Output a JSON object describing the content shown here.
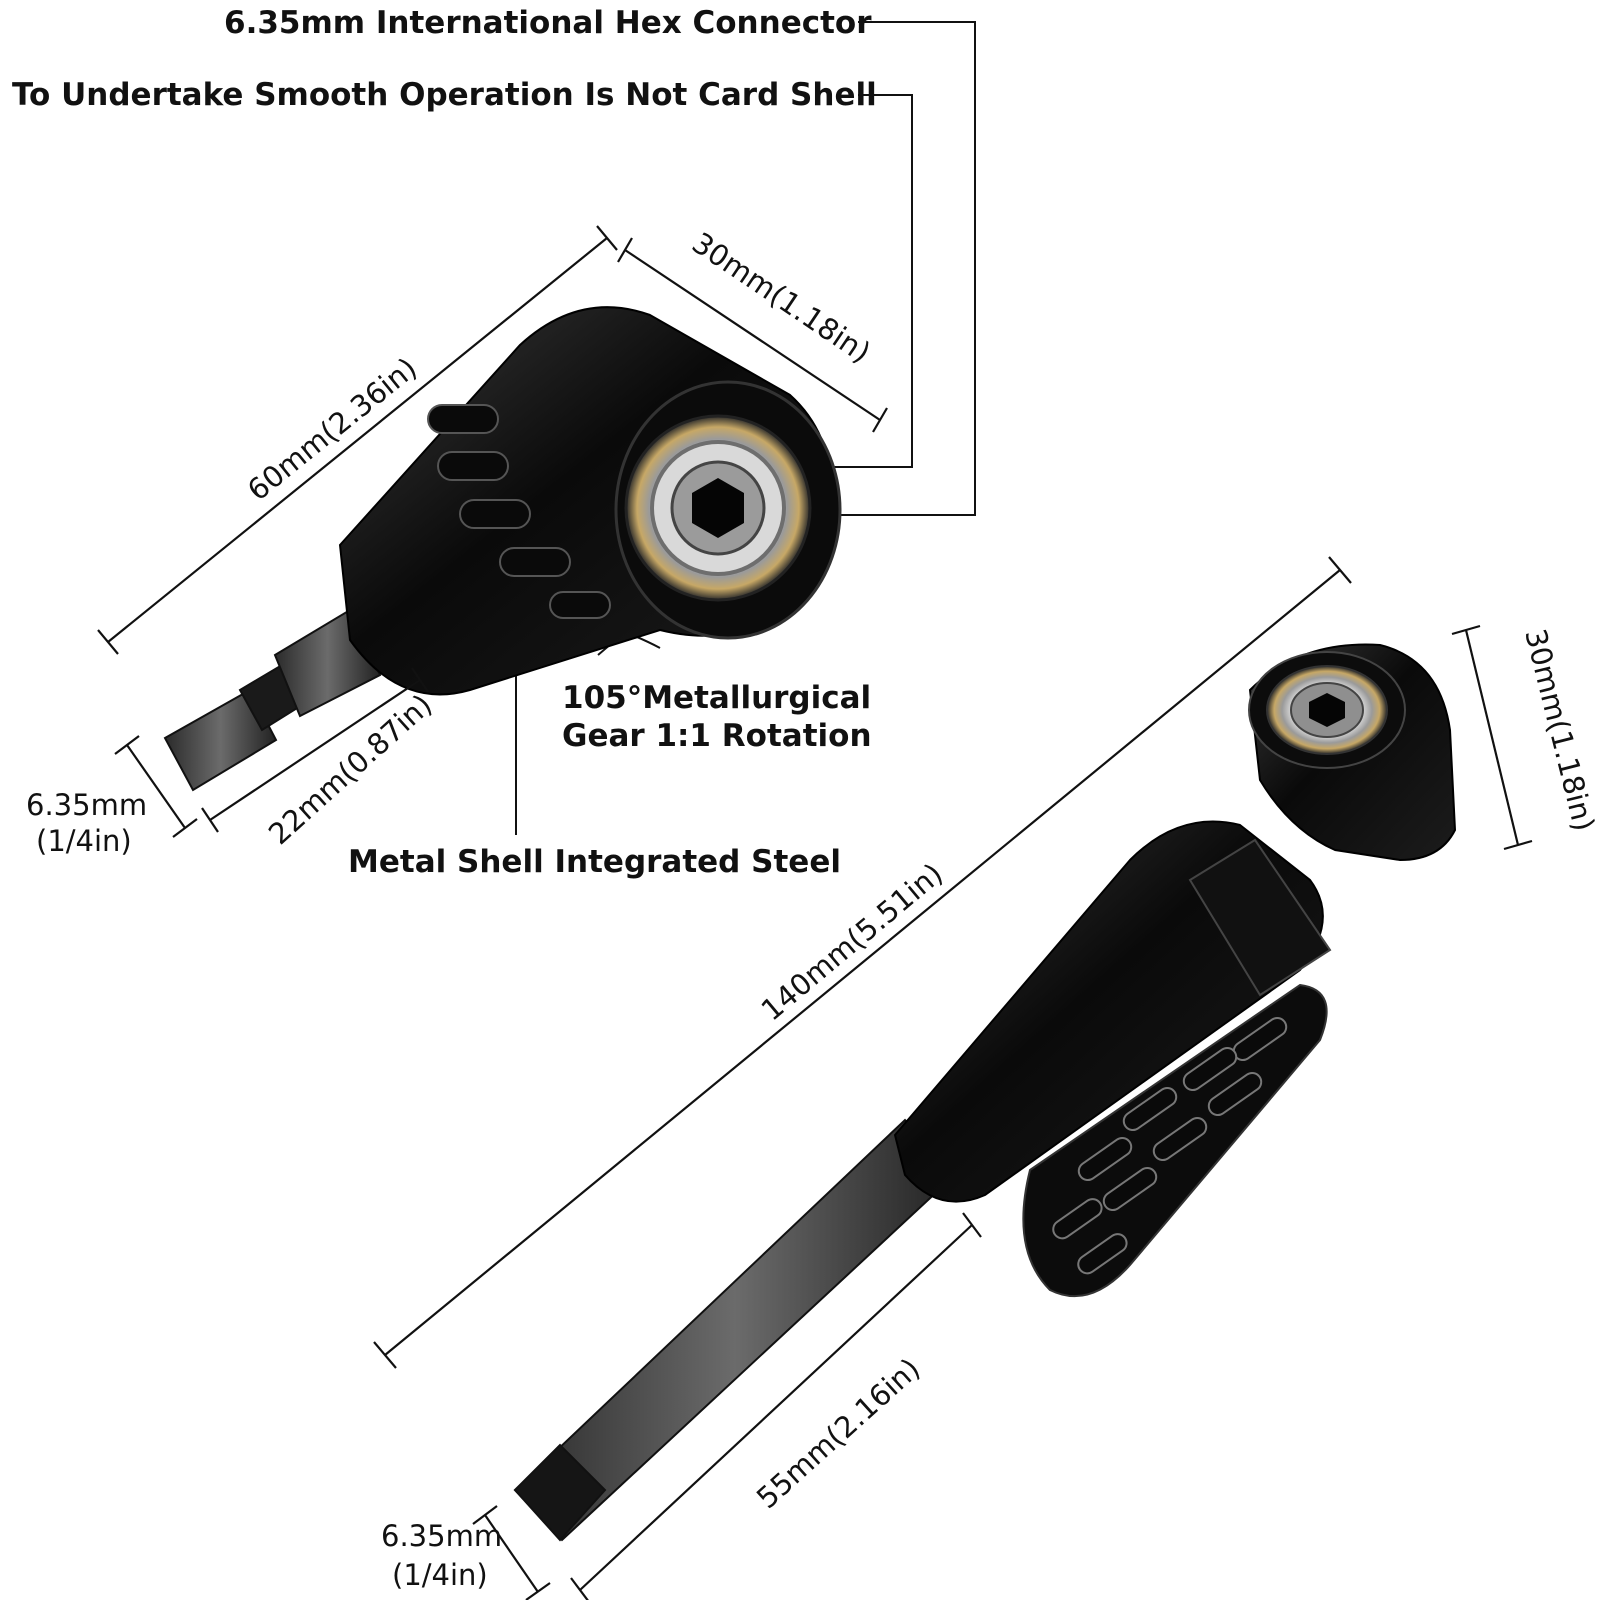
{
  "callouts": {
    "hex_connector": "6.35mm International Hex Connector",
    "smooth_operation": "To Undertake Smooth Operation Is Not Card Shell",
    "gear_line1": "105°Metallurgical",
    "gear_line2": "Gear 1:1 Rotation",
    "metal_shell": "Metal Shell Integrated Steel"
  },
  "dimensions": {
    "small_length": "60mm(2.36in)",
    "small_head": "30mm(1.18in)",
    "small_shank": "22mm(0.87in)",
    "small_hex_line1": "6.35mm",
    "small_hex_line2": "(1/4in)",
    "long_length": "140mm(5.51in)",
    "long_head": "30mm(1.18in)",
    "long_shank": "55mm(2.16in)",
    "long_hex_line1": "6.35mm",
    "long_hex_line2": "(1/4in)"
  },
  "colors": {
    "body": "#0d0d0d",
    "highlight": "#4a4a4a",
    "bearing_gold": "#b79a5a",
    "bearing_silver": "#c9c9c9"
  }
}
